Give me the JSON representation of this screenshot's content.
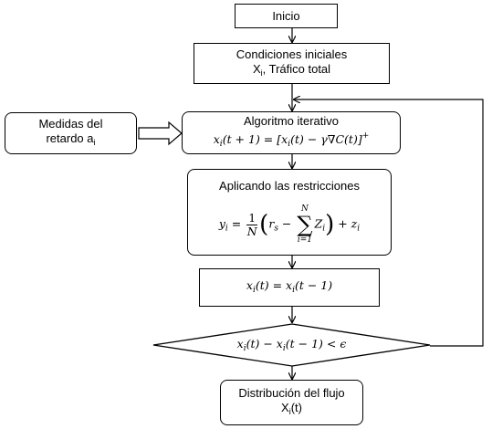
{
  "nodes": {
    "inicio": "Inicio",
    "condiciones_line1": "Condiciones iniciales",
    "condiciones_line2_var": "X",
    "condiciones_line2_sub": "i",
    "condiciones_line2_rest": ", Tráfico total",
    "medidas_line1": "Medidas del",
    "medidas_line2": "retardo a",
    "medidas_line2_sub": "i",
    "algoritmo_title": "Algoritmo iterativo",
    "algoritmo_formula": "x_i(t + 1) = [x_i(t) − γ∇C(t)]⁺",
    "restricciones_title": "Aplicando las restricciones",
    "restricciones_formula": "y_i = (1/N)(r_s − Σ_{i=1}^{N} Z_i) + z_i",
    "asignacion_formula": "x_i(t) = x_i(t − 1)",
    "decision_formula": "x_i(t) − x_i(t − 1) < ϵ",
    "distribucion_line1": "Distribución del flujo",
    "distribucion_line2": "X",
    "distribucion_line2_sub": "i",
    "distribucion_line2_rest": "(t)"
  }
}
